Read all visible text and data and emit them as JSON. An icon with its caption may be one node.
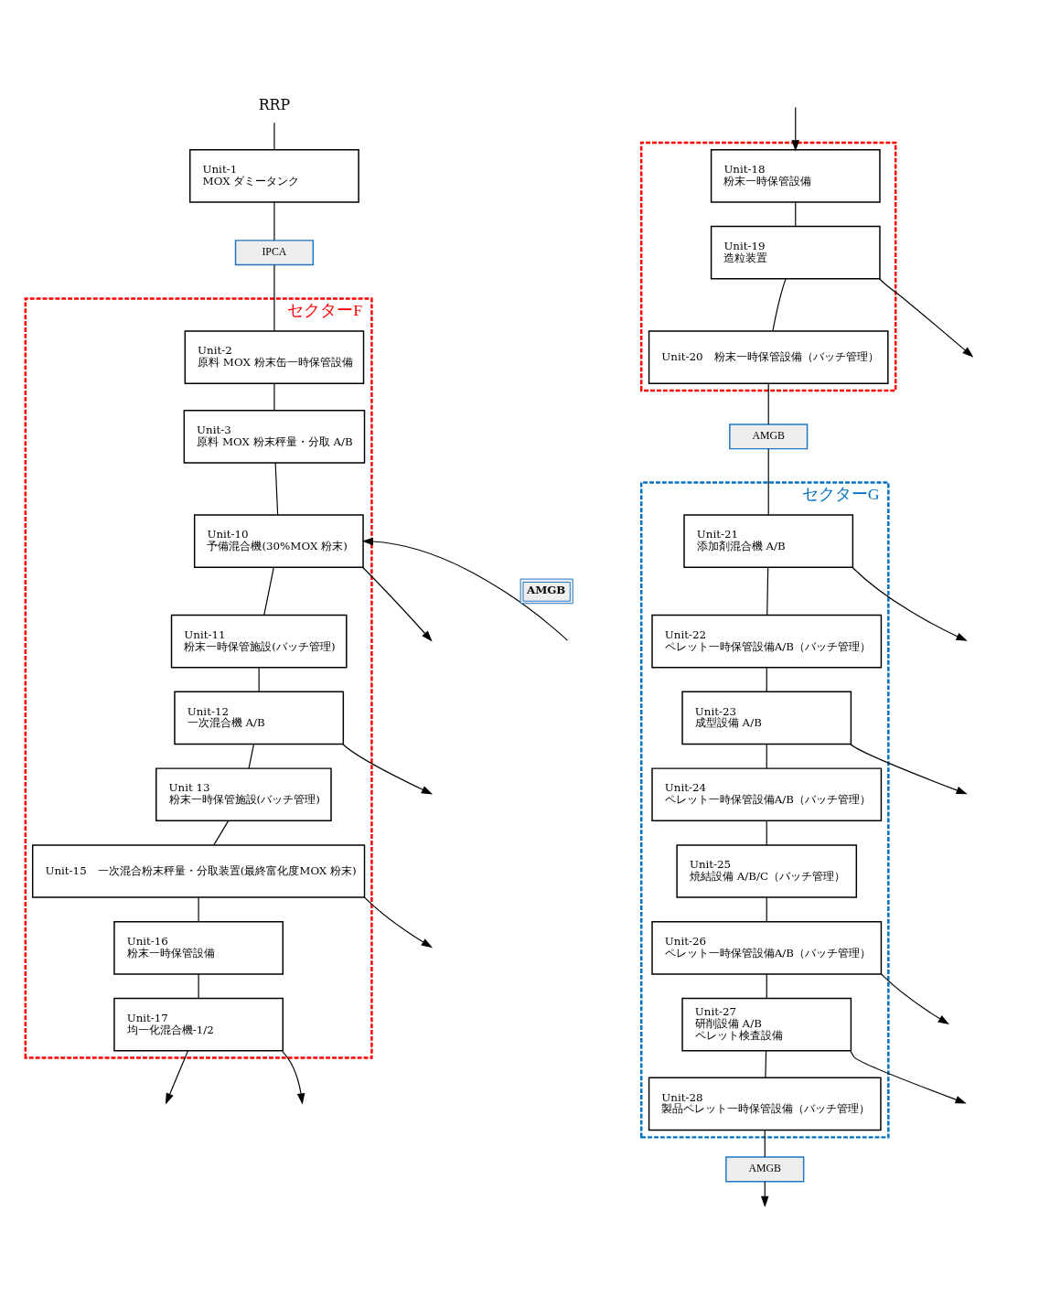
{
  "diagram": {
    "nodes": [
      {
        "text": [
          "RRP"
        ]
      },
      {
        "text": [
          "Unit-1",
          "MOX ダミータンク"
        ]
      },
      {
        "text": [
          "IPCA"
        ]
      },
      {
        "text": [
          "セクターF"
        ]
      },
      {
        "text": [
          "Unit-2",
          "原料 MOX 粉末缶一時保管設備"
        ],
        "in": 3
      },
      {
        "text": [
          "Unit-3",
          "原料 MOX 粉末秤量・分取 A/B"
        ],
        "in": 3
      },
      {
        "text": [
          "Unit-10",
          "予備混合機(30%MOX 粉末)"
        ],
        "in": 3
      },
      {
        "text": [
          "Unit-11",
          "粉末一時保管施設(バッチ管理)"
        ],
        "in": 3
      },
      {
        "text": [
          "Unit-12",
          "一次混合機 A/B"
        ],
        "in": 3
      },
      {
        "text": [
          "Unit 13",
          "粉末一時保管施設(バッチ管理)"
        ],
        "in": 3
      },
      {
        "text": [
          "Unit-15　一次混合粉末秤量・分取装置(最終富化度MOX 粉末)"
        ],
        "in": 3
      },
      {
        "text": [
          "Unit-16",
          "粉末一時保管設備"
        ],
        "in": 3
      },
      {
        "text": [
          "Unit-17",
          "均一化混合機-1/2"
        ],
        "in": 3
      },
      {
        "text": [],
        "shape": "box"
      },
      {
        "text": [
          "Unit-18",
          "粉末一時保管設備"
        ],
        "in": 13
      },
      {
        "text": [
          "Unit-19",
          "造粒装置"
        ],
        "in": 13
      },
      {
        "text": [
          "Unit-20　粉末一時保管設備（バッチ管理）"
        ],
        "in": 13
      },
      {
        "text": [
          "AMGB"
        ]
      },
      {
        "text": [
          "セクターG"
        ]
      },
      {
        "text": [
          "Unit-21",
          "添加剤混合機 A/B"
        ],
        "in": 18
      },
      {
        "text": [
          "Unit-22",
          "ペレット一時保管設備A/B（バッチ管理）"
        ],
        "in": 18
      },
      {
        "text": [
          "Unit-23",
          "成型設備 A/B"
        ],
        "in": 18
      },
      {
        "text": [
          "Unit-24",
          "ペレット一時保管設備A/B（バッチ管理）"
        ],
        "in": 18
      },
      {
        "text": [
          "Unit-25",
          "焼結設備 A/B/C（バッチ管理）"
        ],
        "in": 18
      },
      {
        "text": [
          "Unit-26",
          "ペレット一時保管設備A/B（バッチ管理）"
        ],
        "in": 18
      },
      {
        "text": [
          "Unit-27",
          "研削設備 A/B",
          "ペレット検査設備"
        ],
        "in": 18
      },
      {
        "text": [
          "Unit-28",
          "製品ペレット一時保管設備（バッチ管理）"
        ],
        "in": 18
      },
      {
        "text": [
          "AMGB"
        ]
      }
    ],
    "edges": [
      {
        "from": 0,
        "to": 1,
        "arrow": "none"
      },
      {
        "from": 1,
        "to": 2,
        "arrow": "none"
      },
      {
        "from": 2,
        "to": 4,
        "arrow": "none"
      },
      {
        "from": 4,
        "to": 5,
        "arrow": "none"
      },
      {
        "from": 5,
        "to": 6,
        "arrow": "none"
      },
      {
        "from": null,
        "to": 6,
        "arrow": "to",
        "label": "AMGB"
      },
      {
        "from": 6,
        "to": null,
        "arrow": "to"
      },
      {
        "from": 6,
        "to": 7,
        "arrow": "none"
      },
      {
        "from": 7,
        "to": 8,
        "arrow": "none"
      },
      {
        "from": 8,
        "to": null,
        "arrow": "to"
      },
      {
        "from": 8,
        "to": 9,
        "arrow": "none"
      },
      {
        "from": 9,
        "to": 10,
        "arrow": "none"
      },
      {
        "from": 10,
        "to": null,
        "arrow": "to"
      },
      {
        "from": 10,
        "to": 11,
        "arrow": "none"
      },
      {
        "from": 11,
        "to": 12,
        "arrow": "none"
      },
      {
        "from": 12,
        "to": null,
        "arrow": "to"
      },
      {
        "from": 12,
        "to": null,
        "arrow": "to"
      },
      {
        "from": null,
        "to": 14,
        "arrow": "to"
      },
      {
        "from": 14,
        "to": 15,
        "arrow": "none"
      },
      {
        "from": 15,
        "to": null,
        "arrow": "to"
      },
      {
        "from": 15,
        "to": 16,
        "arrow": "none"
      },
      {
        "from": 16,
        "to": 17,
        "arrow": "none"
      },
      {
        "from": 17,
        "to": 19,
        "arrow": "none"
      },
      {
        "from": 19,
        "to": null,
        "arrow": "to"
      },
      {
        "from": 19,
        "to": 20,
        "arrow": "none"
      },
      {
        "from": 20,
        "to": 21,
        "arrow": "none"
      },
      {
        "from": 21,
        "to": null,
        "arrow": "to"
      },
      {
        "from": 21,
        "to": 22,
        "arrow": "none"
      },
      {
        "from": 22,
        "to": 23,
        "arrow": "none"
      },
      {
        "from": 23,
        "to": 24,
        "arrow": "none"
      },
      {
        "from": 24,
        "to": null,
        "arrow": "to"
      },
      {
        "from": 24,
        "to": 25,
        "arrow": "none"
      },
      {
        "from": 25,
        "to": null,
        "arrow": "to"
      },
      {
        "from": 25,
        "to": 26,
        "arrow": "none"
      },
      {
        "from": 26,
        "to": 27,
        "arrow": "none"
      },
      {
        "from": 27,
        "to": null,
        "arrow": "to"
      }
    ]
  }
}
